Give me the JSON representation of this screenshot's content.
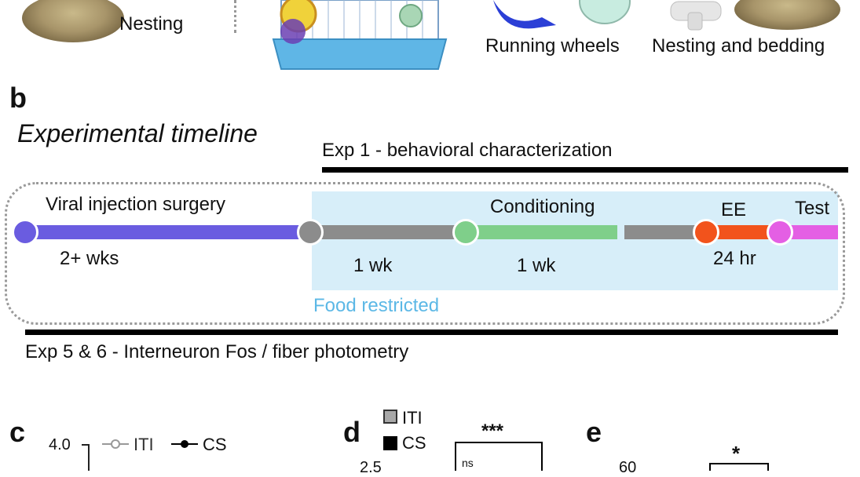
{
  "top": {
    "nesting_label": "Nesting",
    "running_wheels_label": "Running wheels",
    "nesting_bedding_label": "Nesting and bedding"
  },
  "panel_b": {
    "letter": "b",
    "title": "Experimental timeline",
    "exp1_label": "Exp 1 - behavioral characterization",
    "exp56_label": "Exp 5 & 6 - Interneuron Fos / fiber photometry",
    "food_restricted": "Food restricted",
    "stages": {
      "surgery": "Viral injection surgery",
      "conditioning": "Conditioning",
      "ee": "EE",
      "test": "Test"
    },
    "durations": {
      "surgery": "2+ wks",
      "wait": "1 wk",
      "conditioning": "1 wk",
      "ee": "24 hr"
    },
    "colors": {
      "surgery": "#6a5ce0",
      "gray": "#8c8c8c",
      "conditioning": "#7fcf8a",
      "ee": "#f2531c",
      "test": "#e45fe4",
      "shade": "#d7eef9"
    }
  },
  "panel_c": {
    "letter": "c",
    "ytick_top": "4.0",
    "legend_iti": "ITI",
    "legend_cs": "CS"
  },
  "panel_d": {
    "letter": "d",
    "legend_iti": "ITI",
    "legend_cs": "CS",
    "sig_main": "***",
    "sig_ns": "ns",
    "ytick_top": "2.5"
  },
  "panel_e": {
    "letter": "e",
    "sig": "*",
    "ytick_top": "60"
  }
}
